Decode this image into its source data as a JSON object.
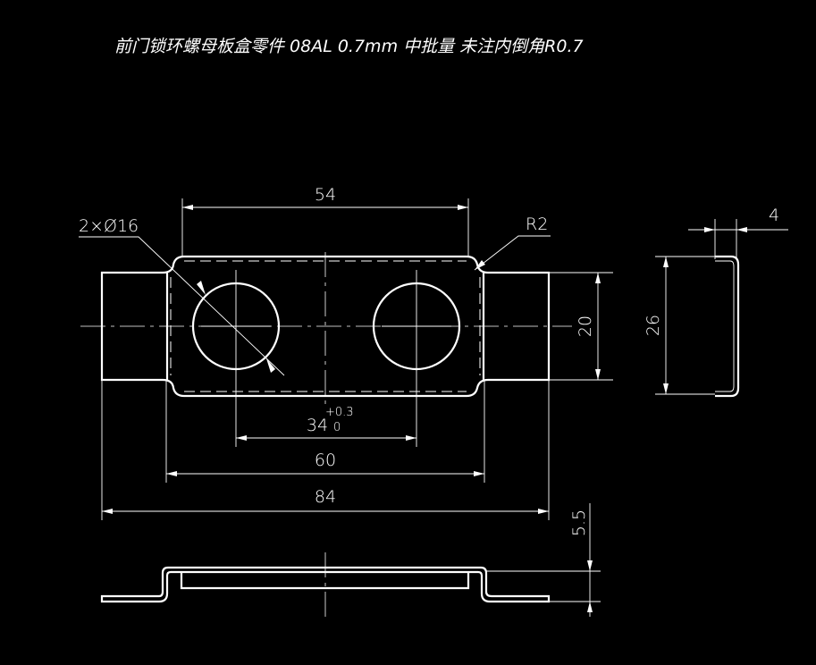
{
  "title": "前门锁环螺母板盒零件   08AL   0.7mm  中批量   未注内倒角R0.7",
  "dimensions": {
    "hole_callout": "2×Ø16",
    "radius": "R2",
    "top_width": "54",
    "height_flange": "20",
    "hole_spacing": "34",
    "hole_spacing_tol_upper": "+0.3",
    "hole_spacing_tol_lower": "0",
    "body_width": "60",
    "overall_width": "84",
    "side_height": "26",
    "side_depth": "4",
    "step_height": "5.5"
  },
  "colors": {
    "background": "#000000",
    "lines": "#ffffff"
  }
}
